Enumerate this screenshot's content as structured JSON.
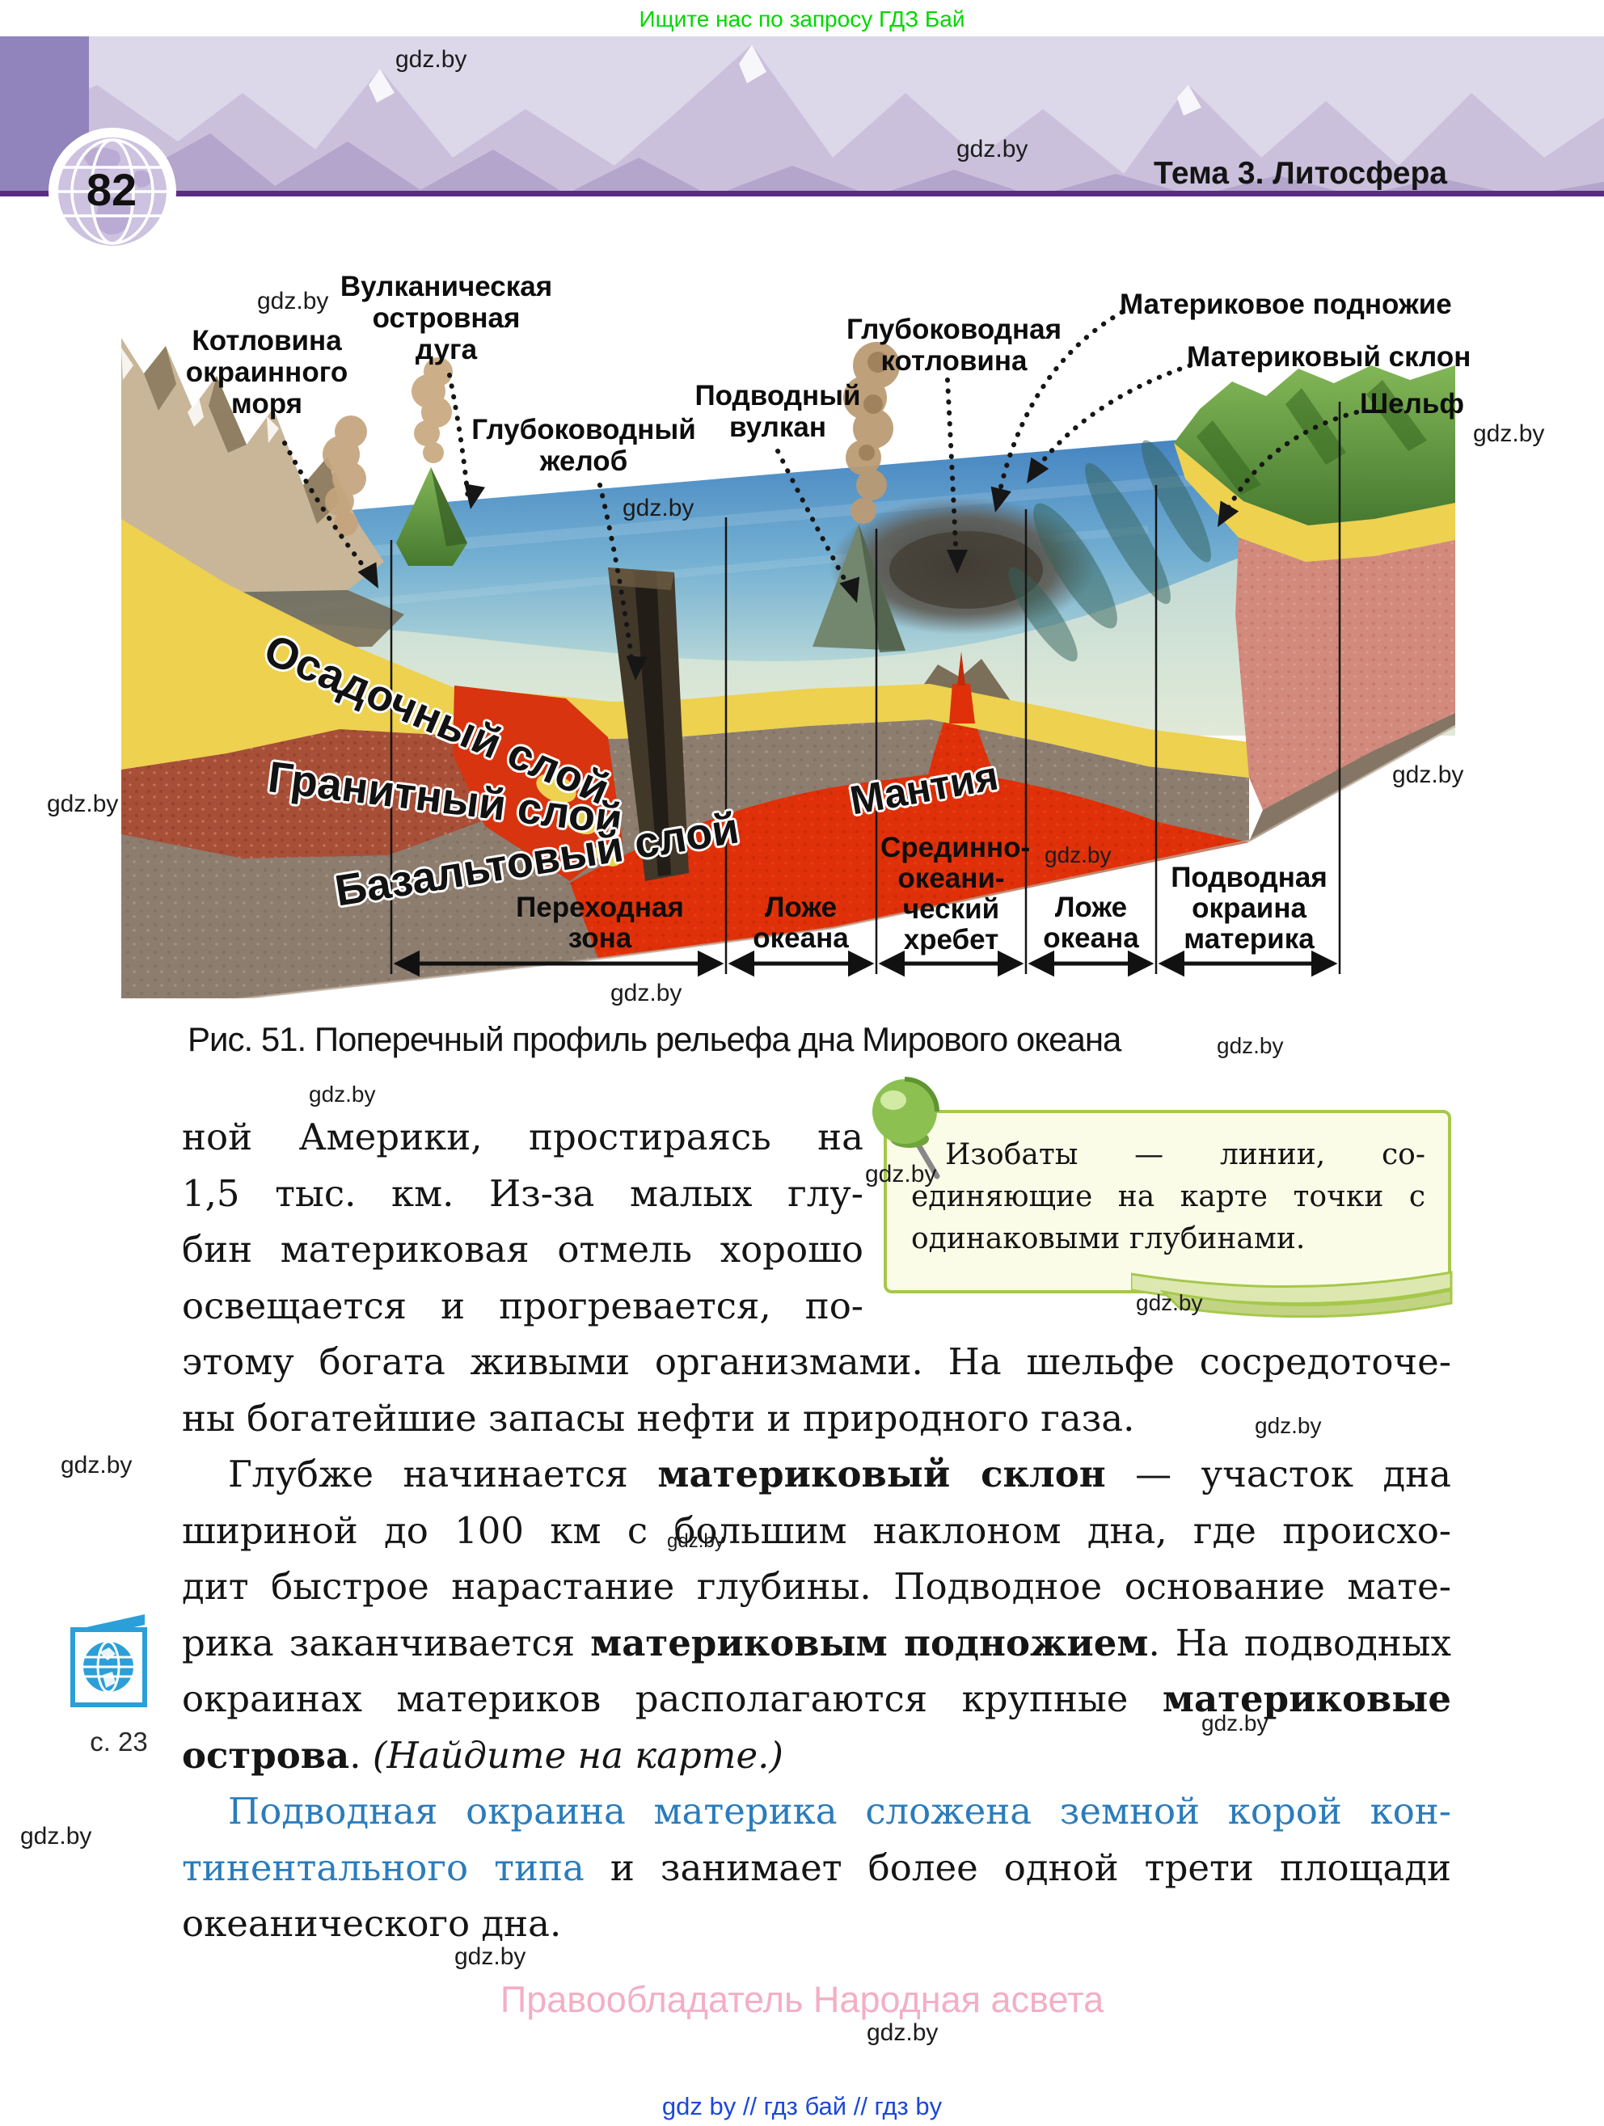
{
  "watermark": "gdz.by",
  "header": {
    "promo": "Ищите нас по запросу ГДЗ Бай",
    "page_number": "82",
    "chapter": "Тема 3. Литосфера"
  },
  "figure": {
    "caption": "Рис. 51. Поперечный профиль рельефа дна Мирового океана",
    "labels": {
      "marginal_sea": "Котловина\nокраинного\nморя",
      "island_arc": "Вулканическая\nостровная\nдуга",
      "trench": "Глубоководный\nжелоб",
      "underwater_volcano": "Подводный\nвулкан",
      "deep_basin": "Глубоководная\nкотловина",
      "continental_rise": "Материковое подножие",
      "continental_slope": "Материковый склон",
      "shelf": "Шельф",
      "sedimentary_layer": "Осадочный слой",
      "granite_layer": "Гранитный слой",
      "basalt_layer": "Базальтовый слой",
      "mantle": "Мантия"
    },
    "zones": [
      {
        "label": "Переходная\nзона"
      },
      {
        "label": "Ложе\nокеана"
      },
      {
        "label": "Срединно-\nокеани-\nческий\nхребет"
      },
      {
        "label": "Ложе\nокеана"
      },
      {
        "label": "Подводная\nокраина\nматерика"
      }
    ]
  },
  "note": {
    "line1": "Изобаты — линии, со-",
    "line2": "единяющие на карте точки с",
    "line3": "одинаковыми глубинами."
  },
  "sidebar": {
    "page_ref": "с. 23"
  },
  "body": {
    "l1": "ной Америки, простираясь на",
    "l2": "1,5 тыс. км. Из-за малых глу-",
    "l3": "бин материковая отмель хорошо",
    "l4": "освещается и прогревается, по-",
    "l5": "этому богата живыми организмами. На шельфе сосредоточе-",
    "l6": "ны богатейшие запасы нефти и природного газа.",
    "l7a": "Глубже начинается ",
    "l7b": "материковый склон",
    "l7c": " — участок дна",
    "l8": "шириной до 100 км с большим наклоном дна, где происхо-",
    "l9": "дит быстрое нарастание глубины. Подводное основание мате-",
    "l10a": "рика заканчивается ",
    "l10b": "материковым подножием",
    "l10c": ". На подводных",
    "l11a": "окраинах материков располагаются крупные ",
    "l11b": "материковые",
    "l12a": "острова",
    "l12b": ". ",
    "l12c": "(Найдите на карте.)",
    "l13": "Подводная окраина материка сложена земной корой кон-",
    "l14a": "тинентального типа",
    "l14b": " и занимает более одной трети площади",
    "l15": "океанического дна."
  },
  "footer": {
    "publisher": "Правообладатель Народная асвета",
    "links": "gdz by  //  гдз бай  //  гдз by"
  },
  "colors": {
    "promo_green": "#00d800",
    "banner_purple": "#9184bc",
    "banner_line": "#5b2c82",
    "body_blue": "#2b7cbb",
    "note_border": "#a6c84b",
    "note_bg": "#fbfce8",
    "footer_pink": "#f3afc4",
    "footer_blue": "#1b49d8",
    "atlas_blue": "#2b9fd8"
  }
}
